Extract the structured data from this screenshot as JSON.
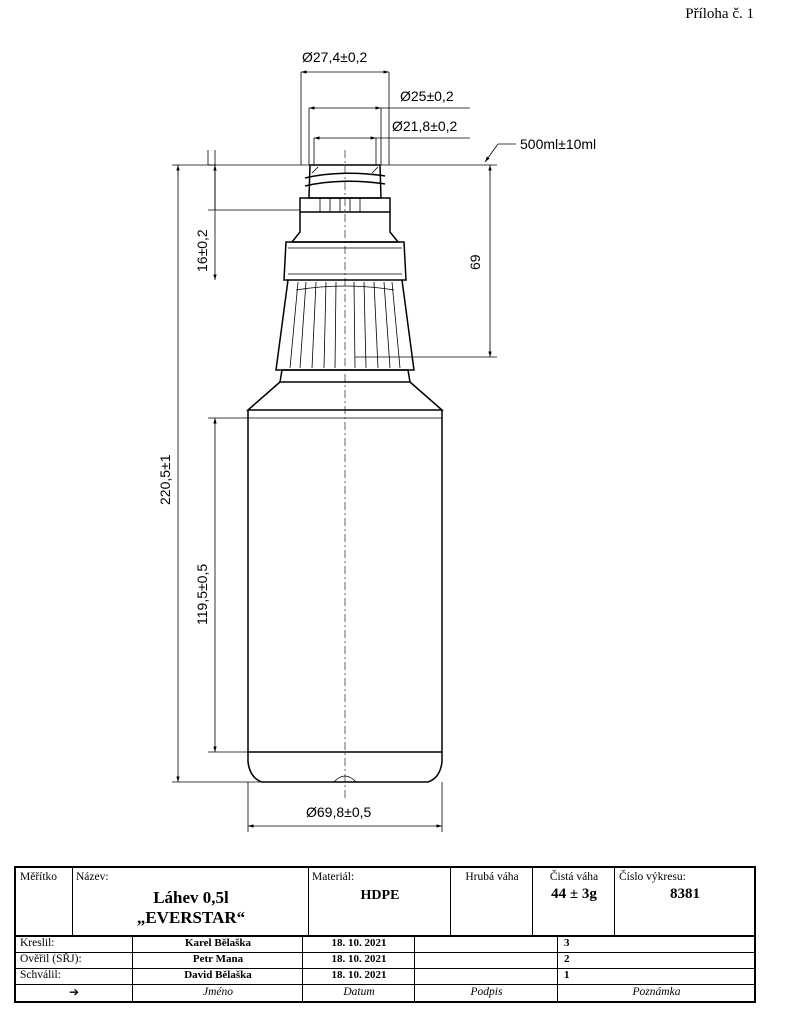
{
  "header": {
    "annex": "Příloha č. 1"
  },
  "dimensions": {
    "d_outer_thread": "Ø27,4±0,2",
    "d_thread": "Ø25±0,2",
    "d_inner": "Ø21,8±0,2",
    "volume": "500ml±10ml",
    "h_total": "220,5±1",
    "h_neck": "16±0,2",
    "h_shoulder": "69",
    "h_body": "119,5±0,5",
    "d_body": "Ø69,8±0,5"
  },
  "titleblock": {
    "scale_label": "Měřítko",
    "name_label": "Název:",
    "name_line1": "Láhev 0,5l",
    "name_line2": "„EVERSTAR“",
    "material_label": "Materiál:",
    "material_value": "HDPE",
    "gross_weight_label": "Hrubá váha",
    "net_weight_label": "Čistá váha",
    "net_weight_value": "44 ± 3g",
    "drawing_no_label": "Číslo výkresu:",
    "drawing_no_value": "8381",
    "rows": [
      {
        "role": "Kreslil:",
        "name": "Karel Bělaška",
        "date": "18. 10. 2021",
        "sign": "",
        "note": "3"
      },
      {
        "role": "Ověřil (SŘJ):",
        "name": "Petr Mana",
        "date": "18. 10. 2021",
        "sign": "",
        "note": "2"
      },
      {
        "role": "Schválil:",
        "name": "David Bělaška",
        "date": "18. 10. 2021",
        "sign": "",
        "note": "1"
      }
    ],
    "footer": {
      "arrow": "➔",
      "name": "Jméno",
      "date": "Datum",
      "sign": "Podpis",
      "note": "Poznámka"
    }
  }
}
